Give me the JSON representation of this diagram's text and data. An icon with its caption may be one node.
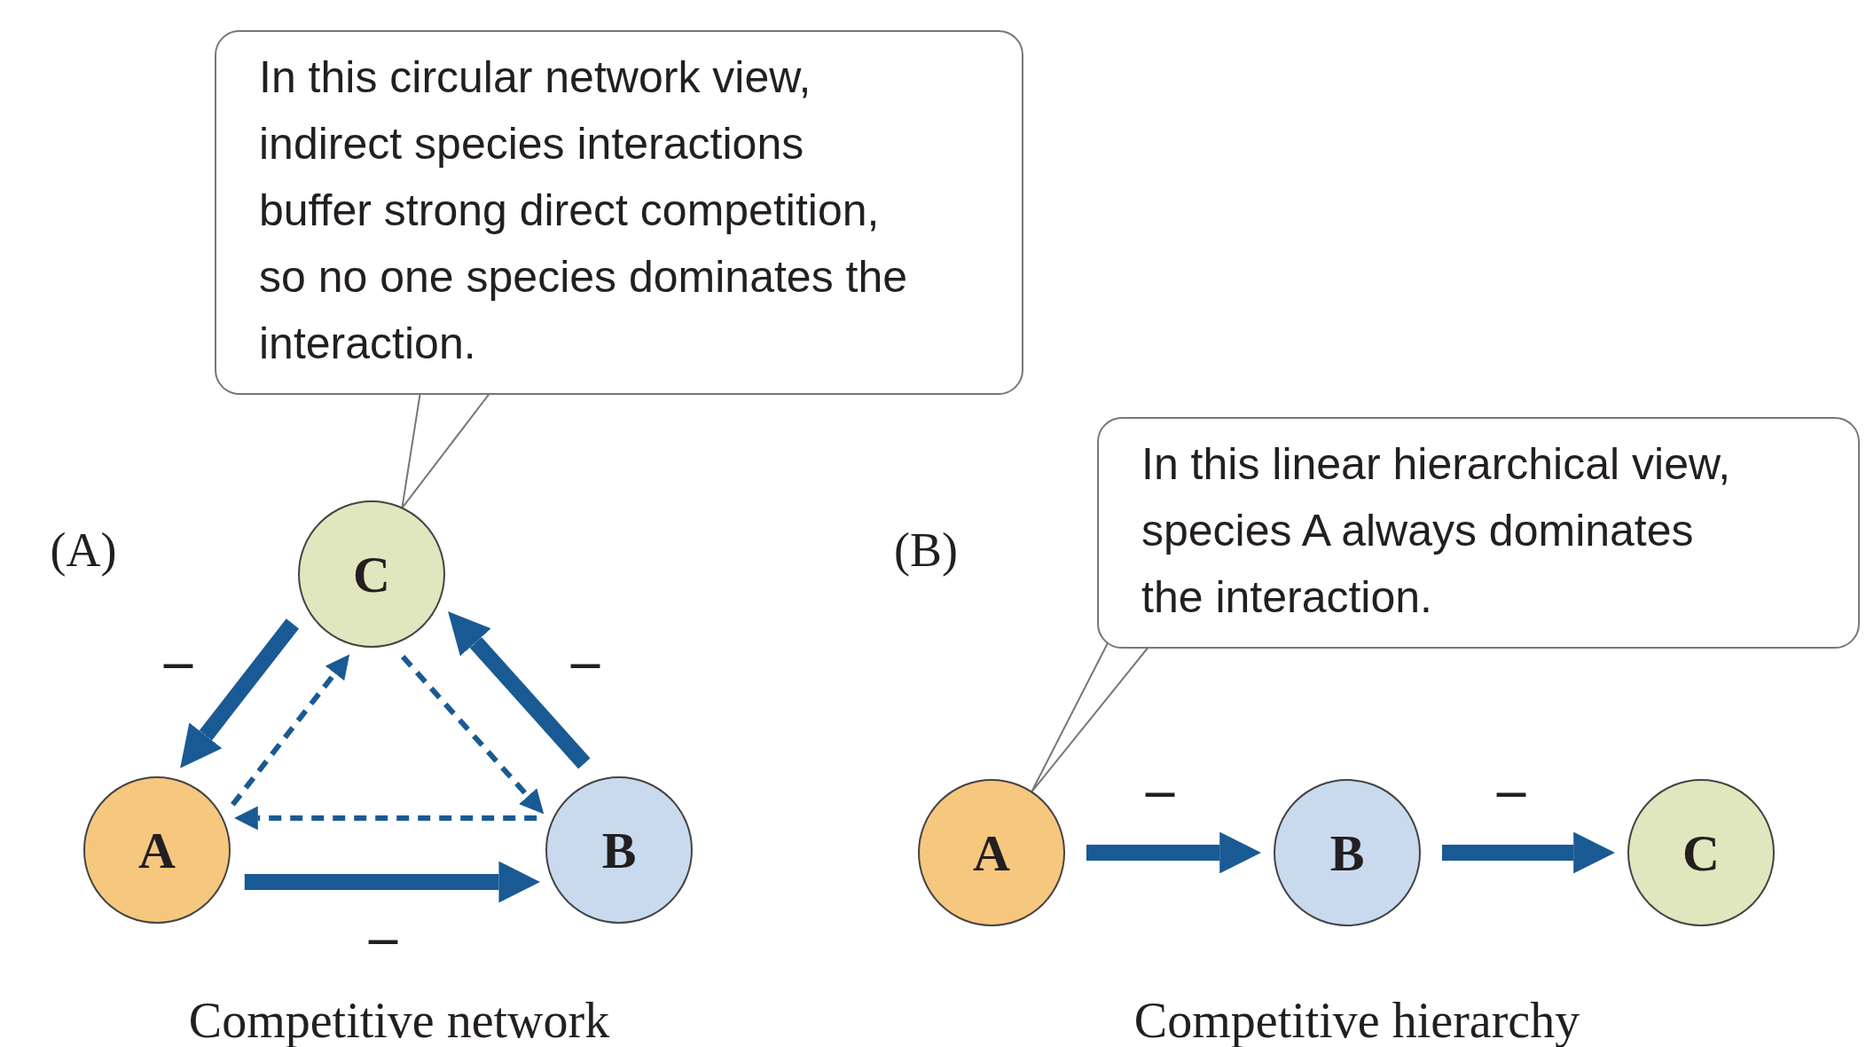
{
  "diagram": {
    "nodes": [
      {
        "text": [
          "In this circular network view, indirect species interactions buffer strong direct competition, so no one species dominates the interaction."
        ]
      },
      {
        "text": [
          "C"
        ]
      },
      {
        "text": [
          "A"
        ]
      },
      {
        "text": [
          "B"
        ]
      },
      {
        "text": [
          "In this linear hierarchical view, species A always dominates the interaction."
        ]
      },
      {
        "text": [
          "A"
        ]
      },
      {
        "text": [
          "B"
        ]
      },
      {
        "text": [
          "C"
        ]
      }
    ],
    "edges": [
      {
        "from": 0,
        "to": 1,
        "arrow": "none",
        "color": "#777777"
      },
      {
        "from": 1,
        "to": 2,
        "arrow": "to",
        "style": "thick",
        "label": "–"
      },
      {
        "from": 2,
        "to": 1,
        "arrow": "to",
        "style": "dashed"
      },
      {
        "from": 3,
        "to": 1,
        "arrow": "to",
        "style": "thick",
        "label": "–"
      },
      {
        "from": 1,
        "to": 3,
        "arrow": "to",
        "style": "dashed"
      },
      {
        "from": 2,
        "to": 3,
        "arrow": "to",
        "style": "thick",
        "label": "–"
      },
      {
        "from": 3,
        "to": 2,
        "arrow": "to",
        "style": "dashed"
      },
      {
        "from": 4,
        "to": 5,
        "arrow": "none",
        "color": "#777777"
      },
      {
        "from": 5,
        "to": 6,
        "arrow": "to",
        "style": "thick",
        "label": "–"
      },
      {
        "from": 6,
        "to": 7,
        "arrow": "to",
        "style": "thick",
        "label": "–"
      }
    ],
    "labels": [
      "(A)",
      "(B)",
      "Competitive network",
      "Competitive hierarchy"
    ]
  }
}
